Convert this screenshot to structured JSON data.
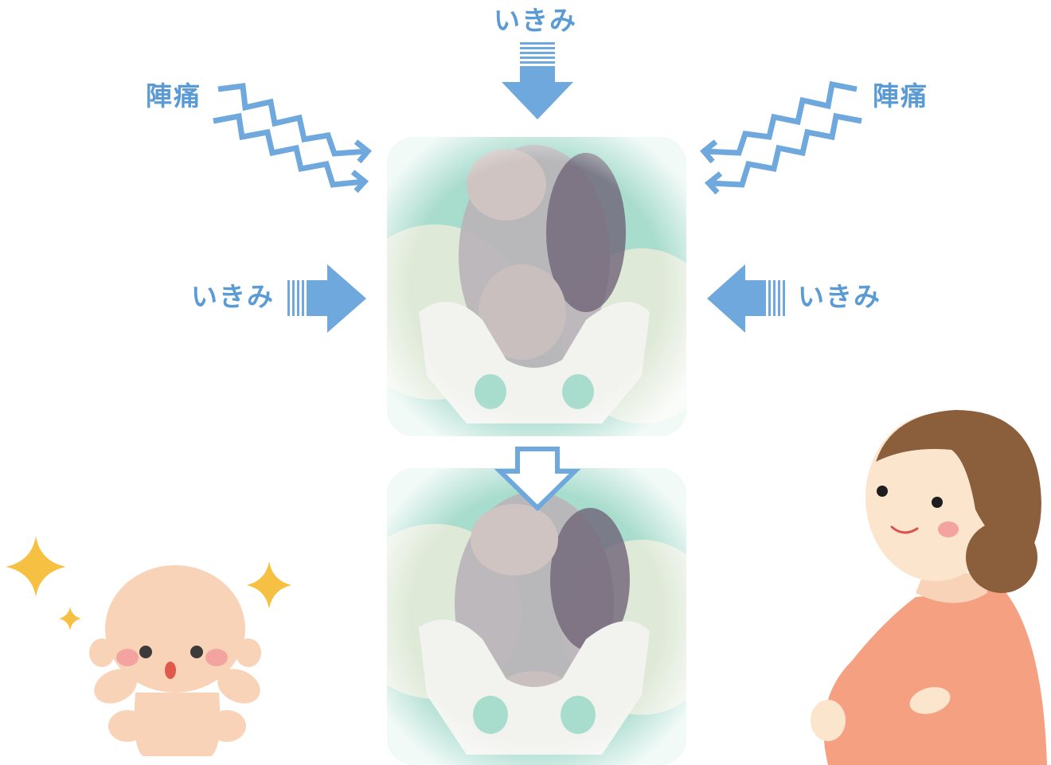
{
  "labels": {
    "top_push": "いきみ",
    "left_contraction": "陣痛",
    "right_contraction": "陣痛",
    "left_push": "いきみ",
    "right_push": "いきみ"
  },
  "colors": {
    "arrow_blue": "#6fa8dc",
    "label_blue": "#5b9bd5",
    "mother_hair": "#8b5e3c",
    "mother_skin": "#fce5cd",
    "mother_dress": "#f4a081",
    "baby_skin": "#f9d3b8",
    "sparkle": "#f6c142",
    "photo_bg": "#9fd6c6"
  },
  "icons": [
    "sparkle-icon",
    "down-arrow-icon",
    "right-arrow-icon",
    "left-arrow-icon",
    "zigzag-arrow-icon"
  ]
}
